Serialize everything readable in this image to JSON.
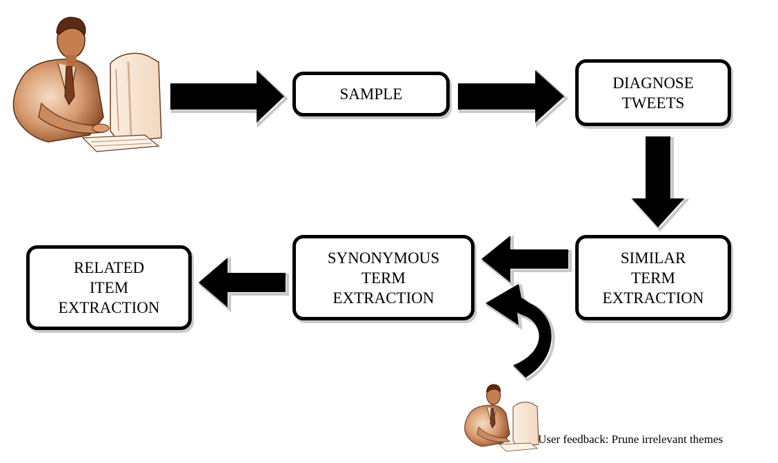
{
  "steps": {
    "sample": [
      "SAMPLE"
    ],
    "diagnose": [
      "DIAGNOSE",
      "TWEETS"
    ],
    "similar": [
      "SIMILAR",
      "TERM",
      "EXTRACTION"
    ],
    "synonymous": [
      "SYNONYMOUS",
      "TERM",
      "EXTRACTION"
    ],
    "related": [
      "RELATED",
      "ITEM",
      "EXTRACTION"
    ]
  },
  "feedback_caption": "User feedback: Prune irrelevant themes",
  "icons": {
    "main_user": "user-at-computer-icon",
    "feedback_user": "user-at-computer-icon"
  },
  "colors": {
    "arrow": "#000000",
    "arrow_outline": "#c8c8c8",
    "skin": "#c9865a",
    "box_border": "#000000"
  }
}
